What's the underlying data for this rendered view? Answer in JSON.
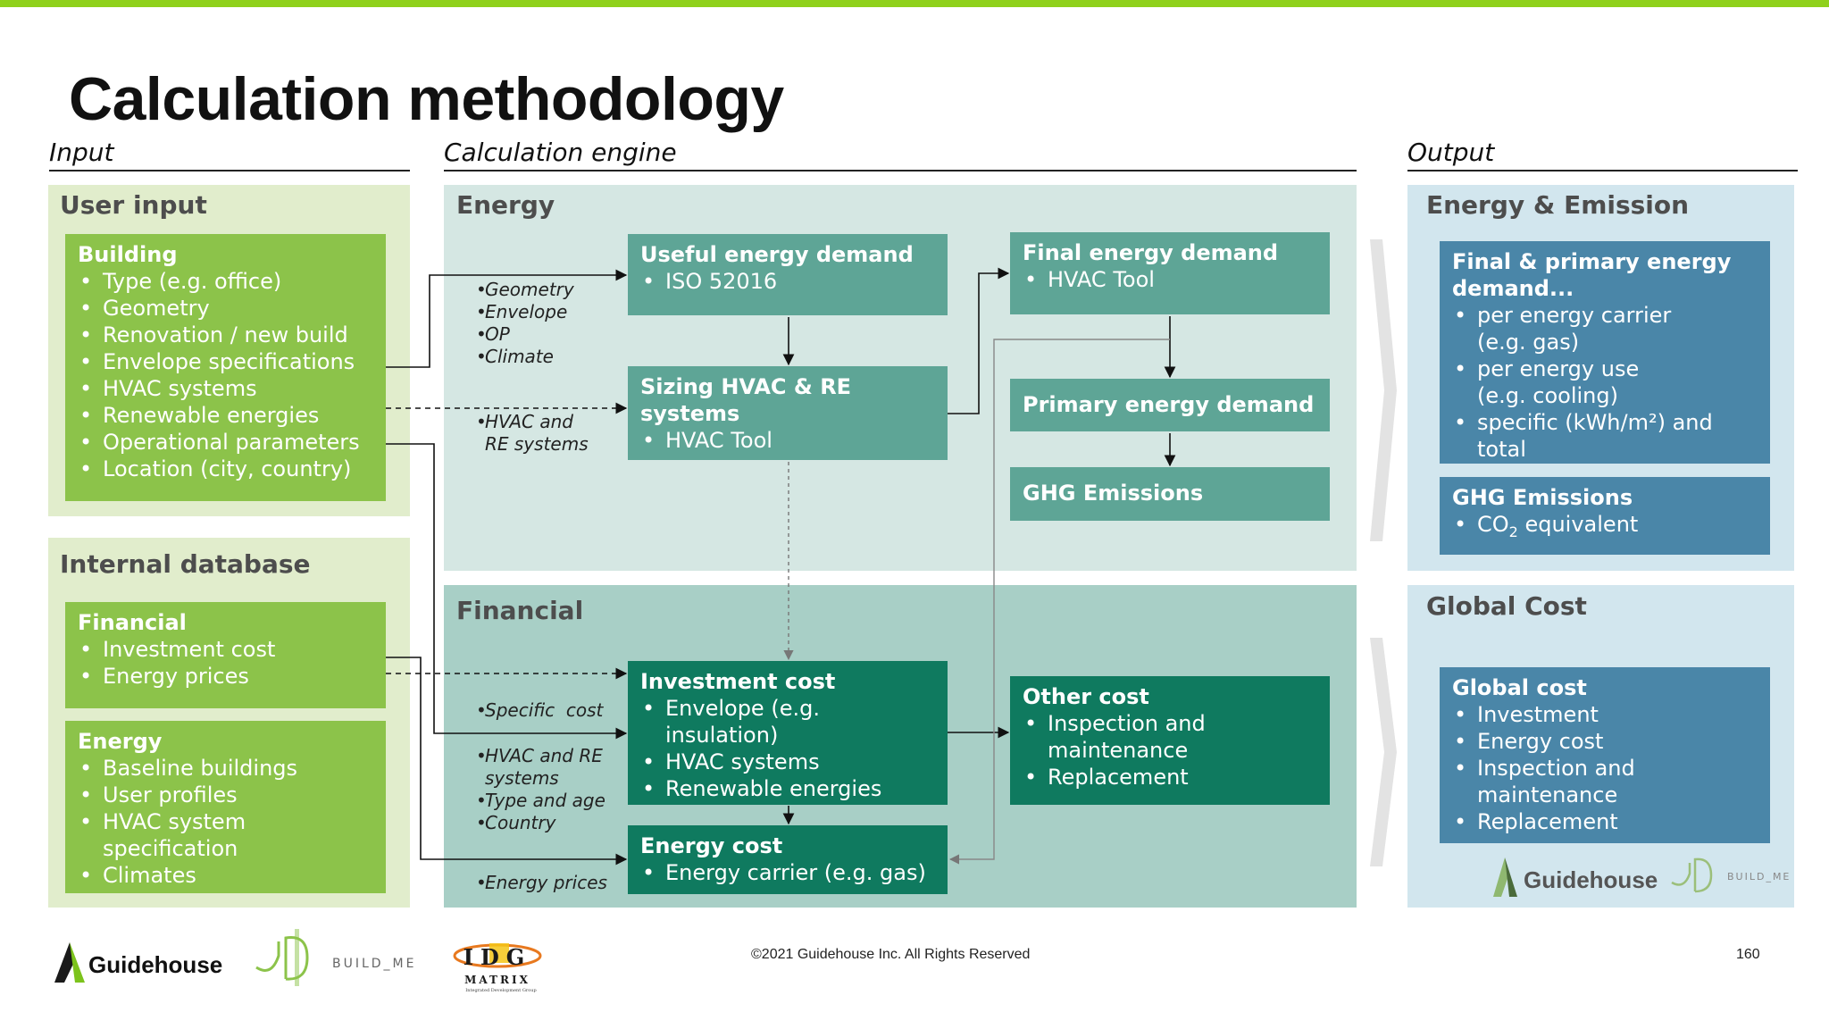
{
  "title": "Calculation methodology",
  "columns": {
    "input": "Input",
    "engine": "Calculation engine",
    "output": "Output"
  },
  "input": {
    "user_input": {
      "title": "User input",
      "building": {
        "title": "Building",
        "items": [
          "Type (e.g. office)",
          "Geometry",
          "Renovation / new build",
          "Envelope specifications",
          "HVAC systems",
          "Renewable energies",
          "Operational parameters",
          "Location (city, country)"
        ]
      }
    },
    "internal_database": {
      "title": "Internal database",
      "financial": {
        "title": "Financial",
        "items": [
          "Investment cost",
          "Energy prices"
        ]
      },
      "energy": {
        "title": "Energy",
        "items": [
          "Baseline buildings",
          "User profiles",
          "HVAC system specification",
          "Climates"
        ]
      }
    }
  },
  "engine": {
    "energy": {
      "title": "Energy",
      "useful": {
        "title": "Useful energy demand",
        "items": [
          "ISO 52016"
        ]
      },
      "sizing": {
        "title": "Sizing HVAC & RE systems",
        "items": [
          "HVAC Tool"
        ]
      },
      "final": {
        "title": "Final energy demand",
        "items": [
          "HVAC Tool"
        ]
      },
      "primary": {
        "title": "Primary energy demand"
      },
      "ghg": {
        "title": "GHG Emissions"
      },
      "flow_labels_1": [
        "Geometry",
        "Envelope",
        "OP",
        "Climate"
      ],
      "flow_labels_2": [
        "HVAC and",
        "RE systems"
      ]
    },
    "financial": {
      "title": "Financial",
      "investment": {
        "title": "Investment cost",
        "items": [
          "Envelope (e.g. insulation)",
          "HVAC systems",
          "Renewable energies"
        ]
      },
      "energy_cost": {
        "title": "Energy cost",
        "items": [
          "Energy carrier (e.g. gas)"
        ]
      },
      "other": {
        "title": "Other cost",
        "items": [
          "Inspection and maintenance",
          "Replacement"
        ]
      },
      "flow_labels_1": [
        "Specific  cost"
      ],
      "flow_labels_2": [
        "HVAC and RE",
        "systems",
        "Type and age",
        "Country"
      ],
      "flow_labels_3": [
        "Energy prices"
      ]
    }
  },
  "output": {
    "energy_emission": {
      "title": "Energy & Emission",
      "final_primary": {
        "title": "Final & primary energy demand...",
        "items": [
          "per energy carrier (e.g. gas)",
          "per energy use (e.g. cooling)",
          "specific (kWh/m²) and total"
        ]
      },
      "ghg": {
        "title": "GHG Emissions",
        "item_prefix": "CO",
        "item_sub": "2",
        "item_suffix": " equivalent"
      }
    },
    "global_cost": {
      "title": "Global Cost",
      "box": {
        "title": "Global cost",
        "items": [
          "Investment",
          "Energy cost",
          "Inspection and maintenance",
          "Replacement"
        ]
      }
    },
    "logos": {
      "guidehouse": "Guidehouse",
      "buildme": "BUILD_ME"
    }
  },
  "footer": {
    "copyright": "©2021 Guidehouse Inc. All Rights Reserved",
    "page": "160",
    "logo_guidehouse": "Guidehouse",
    "logo_buildme": "BUILD_ME",
    "logo_idg_letters": "IDG",
    "logo_idg_matrix": "MATRIX",
    "logo_idg_sub": "Integrated Development Group"
  },
  "colors": {
    "top_bar": "#8fd11c",
    "input_panel": "#e1edcc",
    "input_box": "#8cc34a",
    "energy_panel": "#d5e7e3",
    "financial_panel": "#a8cfc6",
    "teal_light": "#5ea596",
    "teal_dark": "#0f7a5f",
    "output_panel": "#d2e6ee",
    "output_box": "#4a86a8"
  }
}
